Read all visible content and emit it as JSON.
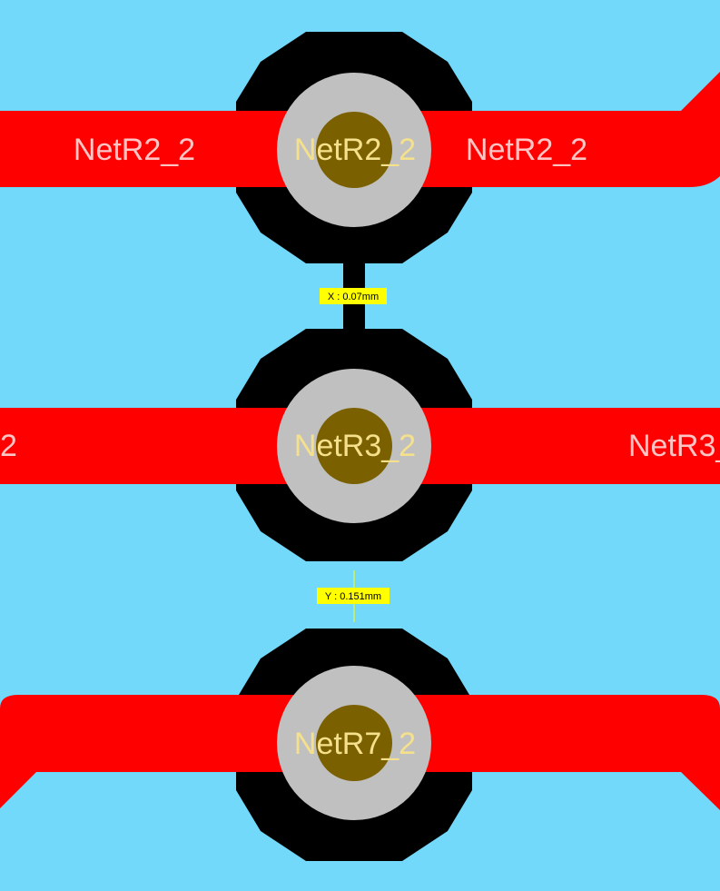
{
  "colors": {
    "board": "#72d9fb",
    "trace": "#ff0000",
    "clearance": "#000000",
    "pad": "#c0c0c0",
    "drill": "#7b6000",
    "pad_label": "#f5e08c",
    "trace_label": "#ffc4c4",
    "measure_bg": "#ffff00",
    "measure_text": "#000000"
  },
  "pads": [
    {
      "net": "NetR2_2"
    },
    {
      "net": "NetR3_2"
    },
    {
      "net": "NetR7_2"
    }
  ],
  "trace_labels": {
    "r2_left": "NetR2_2",
    "r2_right": "NetR2_2",
    "r3_left": "2",
    "r3_right": "NetR3_"
  },
  "measurements": {
    "x_gap": "X : 0.07mm",
    "y_gap": "Y : 0.151mm"
  }
}
